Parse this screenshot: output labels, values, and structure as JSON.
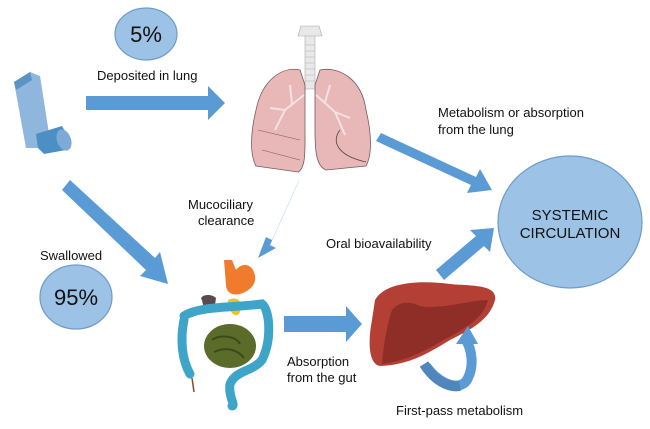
{
  "title": "Inhaled drug disposition",
  "colors": {
    "arrow": "#5b9bd5",
    "circle_fill": "#9cc2e5",
    "circle_stroke": "#6d9ccb",
    "lung": "#e8b8b8",
    "stomach": "#f07b2c",
    "intestine_large": "#3ea5c8",
    "intestine_small": "#5b6b2a",
    "liver": "#b33f35",
    "liver_dark": "#8e2e27"
  },
  "nodes": {
    "lung_deposit_pct": "5%",
    "swallowed_pct": "95%",
    "systemic_line1": "SYSTEMIC",
    "systemic_line2": "CIRCULATION"
  },
  "labels": {
    "deposited": "Deposited in lung",
    "metabolism_line1": "Metabolism or absorption",
    "metabolism_line2": "from the lung",
    "mucociliary_line1": "Mucociliary",
    "mucociliary_line2": "clearance",
    "swallowed": "Swallowed",
    "oral_bioavailability": "Oral bioavailability",
    "absorption_line1": "Absorption",
    "absorption_line2": "from the gut",
    "first_pass": "First-pass metabolism"
  },
  "icons": {
    "inhaler": "inhaler-icon",
    "lungs": "lungs-icon",
    "gut": "digestive-tract-icon",
    "liver": "liver-icon"
  }
}
